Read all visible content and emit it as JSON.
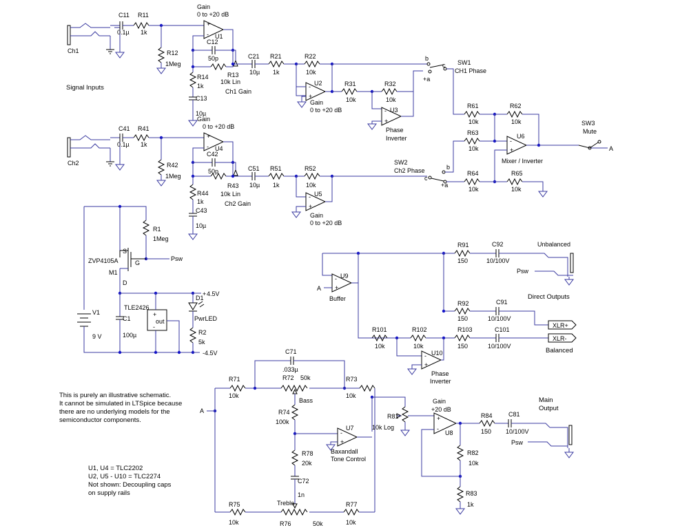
{
  "sections": {
    "signal_inputs": "Signal Inputs",
    "direct_outputs": "Direct Outputs",
    "unbalanced": "Unbalanced",
    "balanced": "Balanced",
    "main_output": "Main\nOutput"
  },
  "ch1": {
    "jack": "Ch1",
    "c11": "C11",
    "c11_val": "0.1µ",
    "r11": "R11",
    "r11_val": "1k",
    "u1_gain": "Gain",
    "u1_range": "0 to +20 dB",
    "u1": "U1",
    "c12": "C12",
    "c12_val": "50p",
    "r12": "R12",
    "r12_val": "1Meg",
    "r13": "R13",
    "r13_val": "10k Lin",
    "r13_name": "Ch1 Gain",
    "r14": "R14",
    "r14_val": "1k",
    "c13": "C13",
    "c13_val": "10µ",
    "c21": "C21",
    "c21_val": "10µ",
    "r21": "R21",
    "r21_val": "1k",
    "r22": "R22",
    "r22_val": "10k",
    "u2": "U2",
    "u2_gain": "Gain",
    "u2_range": "0 to +20 dB",
    "r31": "R31",
    "r31_val": "10k",
    "r32": "R32",
    "r32_val": "10k",
    "u3": "U3",
    "u3_name": "Phase\nInverter",
    "sw1": "SW1",
    "sw1_name": "CH1 Phase"
  },
  "ch2": {
    "jack": "Ch2",
    "c41": "C41",
    "c41_val": "0.1µ",
    "r41": "R41",
    "r41_val": "1k",
    "u4_gain": "Gain",
    "u4_range": "0 to +20 dB",
    "u4": "U4",
    "c42": "C42",
    "c42_val": "50p",
    "r42": "R42",
    "r42_val": "1Meg",
    "r43": "R43",
    "r43_val": "10k Lin",
    "r43_name": "Ch2 Gain",
    "r44": "R44",
    "r44_val": "1k",
    "c43": "C43",
    "c43_val": "10µ",
    "c51": "C51",
    "c51_val": "10µ",
    "r51": "R51",
    "r51_val": "1k",
    "r52": "R52",
    "r52_val": "10k",
    "u5": "U5",
    "u5_gain": "Gain",
    "u5_range": "0 to +20 dB",
    "sw2": "SW2",
    "sw2_name": "Ch2 Phase"
  },
  "mixer": {
    "r61": "R61",
    "r61_val": "10k",
    "r62": "R62",
    "r62_val": "10k",
    "r63": "R63",
    "r63_val": "10k",
    "r64": "R64",
    "r64_val": "10k",
    "r65": "R65",
    "r65_val": "10k",
    "u6": "U6",
    "u6_name": "Mixer / Inverter",
    "sw3": "SW3",
    "sw3_name": "Mute",
    "node_a": "A"
  },
  "power": {
    "r1": "R1",
    "r1_val": "1Meg",
    "q": "ZVP4105A",
    "m1": "M1",
    "s": "S",
    "g": "G",
    "d": "D",
    "psw": "Psw",
    "v1": "V1",
    "v1_val": "9 V",
    "tle": "TLE2426",
    "out": "out",
    "plus": "+",
    "minus": "-",
    "c1": "C1",
    "c1_val": "100µ",
    "d1": "D1",
    "d1_name": "PwrLED",
    "r2": "R2",
    "r2_val": "5k",
    "vpos": "4.5V",
    "vneg": "-4.5V"
  },
  "outputs": {
    "node_a": "A",
    "u9": "U9",
    "u9_name": "Buffer",
    "r91": "R91",
    "r91_val": "150",
    "c92": "C92",
    "c92_val": "10/100V",
    "psw": "Psw",
    "r92": "R92",
    "r92_val": "150",
    "c91": "C91",
    "c91_val": "10/100V",
    "xlr_p": "XLR+",
    "xlr_n": "XLR-",
    "r101": "R101",
    "r101_val": "10k",
    "r102": "R102",
    "r102_val": "10k",
    "r103": "R103",
    "r103_val": "150",
    "c101": "C101",
    "c101_val": "10/100V",
    "u10": "U10",
    "u10_name": "Phase\nInverter"
  },
  "tone": {
    "node_a": "A",
    "c71": "C71",
    "c71_val": ".033µ",
    "r71": "R71",
    "r71_val": "10k",
    "r72": "R72",
    "r72_val": "50k",
    "bass": "Bass",
    "r73": "R73",
    "r73_val": "10k",
    "r74": "R74",
    "r74_val": "100k",
    "u7": "U7",
    "u7_name": "Baxandall\nTone Control",
    "r78": "R78",
    "r78_val": "20k",
    "c72": "C72",
    "c72_val": "1n",
    "treble": "Treble",
    "r75": "R75",
    "r75_val": "10k",
    "r76": "R76",
    "r76_val": "50k",
    "r77": "R77",
    "r77_val": "10k",
    "r81": "R81",
    "r81_val": "10k Log",
    "u8_gain": "Gain",
    "u8_range": "+20 dB",
    "u8": "U8",
    "r82": "R82",
    "r82_val": "10k",
    "r83": "R83",
    "r83_val": "1k",
    "r84": "R84",
    "r84_val": "150",
    "c81": "C81",
    "c81_val": "10/100V",
    "psw": "Psw"
  },
  "notes": {
    "disclaimer": "This is purely an illustrative schematic.\nIt cannot be simulated in LTSpice because\nthere are no underlying models for the\nsemiconductor components.",
    "parts": "U1, U4 = TLC2202\nU2, U5 - U10 = TLC2274\nNot shown: Decoupling caps\non supply rails"
  }
}
